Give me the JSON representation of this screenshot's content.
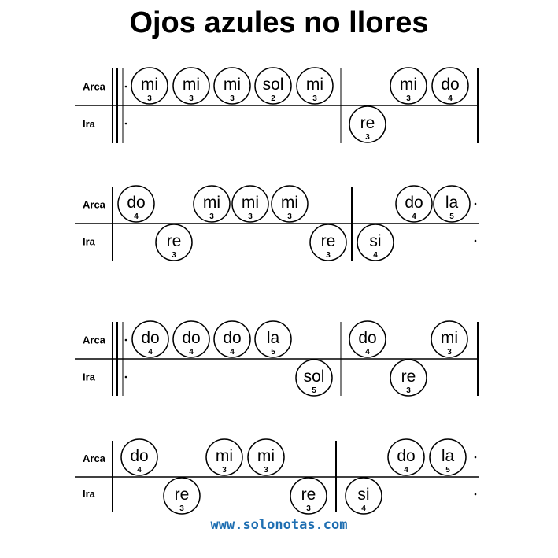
{
  "title": "Ojos azules no llores",
  "footer": "www.solonotas.com",
  "voices": [
    "Arca",
    "Ira"
  ],
  "systems": [
    {
      "repeat_start": true,
      "repeat_end": false,
      "notes": [
        {
          "name": "mi",
          "num": "3",
          "voice": 0
        },
        {
          "name": "mi",
          "num": "3",
          "voice": 0
        },
        {
          "name": "mi",
          "num": "3",
          "voice": 0
        },
        {
          "name": "sol",
          "num": "2",
          "voice": 0
        },
        {
          "name": "mi",
          "num": "3",
          "voice": 0
        },
        {
          "name": "re",
          "num": "3",
          "voice": 1
        },
        {
          "name": "mi",
          "num": "3",
          "voice": 0
        },
        {
          "name": "do",
          "num": "4",
          "voice": 0
        }
      ]
    },
    {
      "repeat_start": false,
      "repeat_end": true,
      "notes": [
        {
          "name": "do",
          "num": "4",
          "voice": 0
        },
        {
          "name": "re",
          "num": "3",
          "voice": 1
        },
        {
          "name": "mi",
          "num": "3",
          "voice": 0
        },
        {
          "name": "mi",
          "num": "3",
          "voice": 0
        },
        {
          "name": "mi",
          "num": "3",
          "voice": 0
        },
        {
          "name": "re",
          "num": "3",
          "voice": 1
        },
        {
          "name": "si",
          "num": "4",
          "voice": 1
        },
        {
          "name": "do",
          "num": "4",
          "voice": 0
        },
        {
          "name": "la",
          "num": "5",
          "voice": 0
        }
      ]
    },
    {
      "repeat_start": true,
      "repeat_end": false,
      "notes": [
        {
          "name": "do",
          "num": "4",
          "voice": 0
        },
        {
          "name": "do",
          "num": "4",
          "voice": 0
        },
        {
          "name": "do",
          "num": "4",
          "voice": 0
        },
        {
          "name": "la",
          "num": "5",
          "voice": 0
        },
        {
          "name": "sol",
          "num": "5",
          "voice": 1
        },
        {
          "name": "do",
          "num": "4",
          "voice": 0
        },
        {
          "name": "re",
          "num": "3",
          "voice": 1
        },
        {
          "name": "mi",
          "num": "3",
          "voice": 0
        }
      ]
    },
    {
      "repeat_start": false,
      "repeat_end": true,
      "notes": [
        {
          "name": "do",
          "num": "4",
          "voice": 0
        },
        {
          "name": "re",
          "num": "3",
          "voice": 1
        },
        {
          "name": "mi",
          "num": "3",
          "voice": 0
        },
        {
          "name": "mi",
          "num": "3",
          "voice": 0
        },
        {
          "name": "re",
          "num": "3",
          "voice": 1
        },
        {
          "name": "si",
          "num": "4",
          "voice": 1
        },
        {
          "name": "do",
          "num": "4",
          "voice": 0
        },
        {
          "name": "la",
          "num": "5",
          "voice": 0
        }
      ]
    }
  ]
}
